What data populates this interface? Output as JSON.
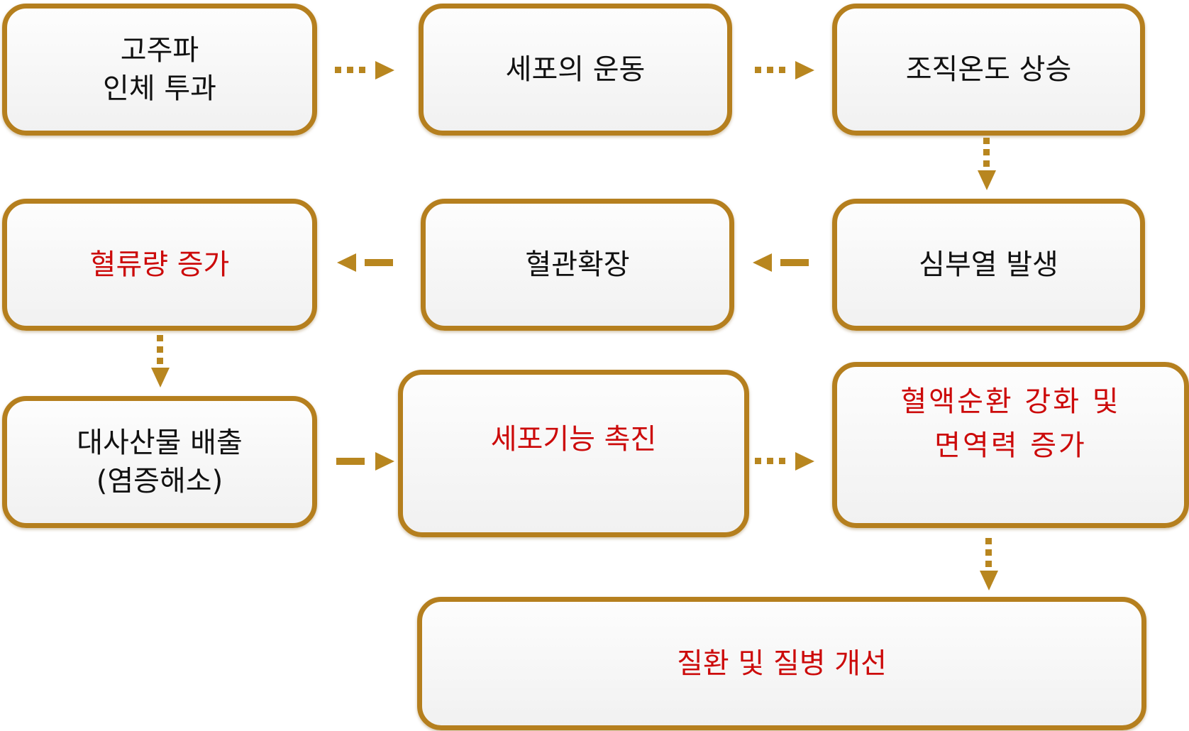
{
  "diagram": {
    "nodes": [
      {
        "id": "n1",
        "label": "고주파\n인체 투과",
        "highlight": false
      },
      {
        "id": "n2",
        "label": "세포의 운동",
        "highlight": false
      },
      {
        "id": "n3",
        "label": "조직온도 상승",
        "highlight": false
      },
      {
        "id": "n4",
        "label": "심부열 발생",
        "highlight": false
      },
      {
        "id": "n5",
        "label": "혈관확장",
        "highlight": false
      },
      {
        "id": "n6",
        "label": "혈류량 증가",
        "highlight": true
      },
      {
        "id": "n7",
        "label": "대사산물 배출\n(염증해소)",
        "highlight": false
      },
      {
        "id": "n8",
        "label": "세포기능 촉진",
        "highlight": true
      },
      {
        "id": "n9",
        "label": "혈액순환 강화 및\n면역력 증가",
        "highlight": true
      },
      {
        "id": "n10",
        "label": "질환 및 질병 개선",
        "highlight": true
      }
    ],
    "edges": [
      {
        "from": "n1",
        "to": "n2",
        "style": "dotted"
      },
      {
        "from": "n2",
        "to": "n3",
        "style": "dotted"
      },
      {
        "from": "n3",
        "to": "n4",
        "style": "dotted"
      },
      {
        "from": "n4",
        "to": "n5",
        "style": "dashed"
      },
      {
        "from": "n5",
        "to": "n6",
        "style": "dashed"
      },
      {
        "from": "n6",
        "to": "n7",
        "style": "dotted"
      },
      {
        "from": "n7",
        "to": "n8",
        "style": "dashed"
      },
      {
        "from": "n8",
        "to": "n9",
        "style": "dotted"
      },
      {
        "from": "n9",
        "to": "n10",
        "style": "dotted"
      }
    ],
    "colors": {
      "border": "#b57f1e",
      "arrow": "#b8861f",
      "highlight_text": "#cc0a0a",
      "text": "#111111"
    }
  }
}
